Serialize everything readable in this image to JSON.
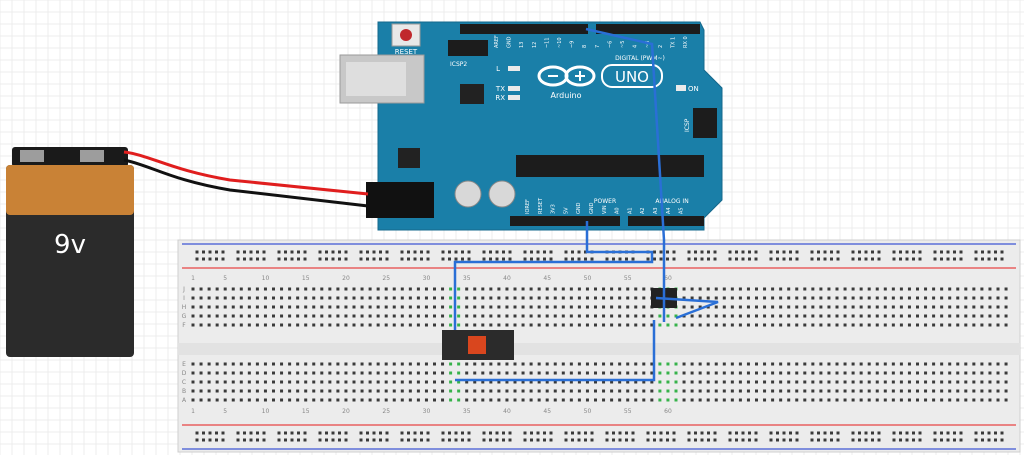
{
  "battery": {
    "label": "9v"
  },
  "arduino": {
    "reset_label": "RESET",
    "icsp2_label": "ICSP2",
    "icsp_label": "ICSP",
    "l_label": "L",
    "tx_label": "TX",
    "rx_label": "RX",
    "on_label": "ON",
    "uno_label": "UNO",
    "brand_label": "Arduino",
    "digital_label": "DIGITAL (PWM~)",
    "power_label": "POWER",
    "analog_label": "ANALOG IN",
    "top_pin_labels": [
      "AREF",
      "GND",
      "13",
      "12",
      "~11",
      "~10",
      "~9",
      "8",
      "7",
      "~6",
      "~5",
      "4",
      "~3",
      "2",
      "TX 1",
      "RX 0"
    ],
    "bottom_pin_labels": [
      "IOREF",
      "RESET",
      "3V3",
      "5V",
      "GND",
      "GND",
      "VIN",
      "A0",
      "A1",
      "A2",
      "A3",
      "A4",
      "A5"
    ]
  },
  "breadboard": {
    "row_letters_top": [
      "J",
      "I",
      "H",
      "G",
      "F"
    ],
    "row_letters_bottom": [
      "E",
      "D",
      "C",
      "B",
      "A"
    ],
    "column_numbers": [
      "1",
      "5",
      "10",
      "15",
      "20",
      "25",
      "30",
      "35",
      "40",
      "45",
      "50",
      "55",
      "60"
    ]
  },
  "colors": {
    "grid": "#e4e4e4",
    "board_blue": "#1a7fa8",
    "board_dark": "#15688c",
    "wire_blue": "#2a6fd6",
    "wire_red": "#e01e1e",
    "wire_black": "#111111",
    "battery_orange": "#c98236",
    "battery_dark": "#2b2b2b",
    "bb_body": "#ececec",
    "rail_red": "#e86060",
    "rail_blue": "#5b6fd8",
    "hole": "#3a3a3a",
    "hole_green": "#36b24a",
    "chip": "#2b2b2b",
    "chip_accent": "#d9461e"
  }
}
